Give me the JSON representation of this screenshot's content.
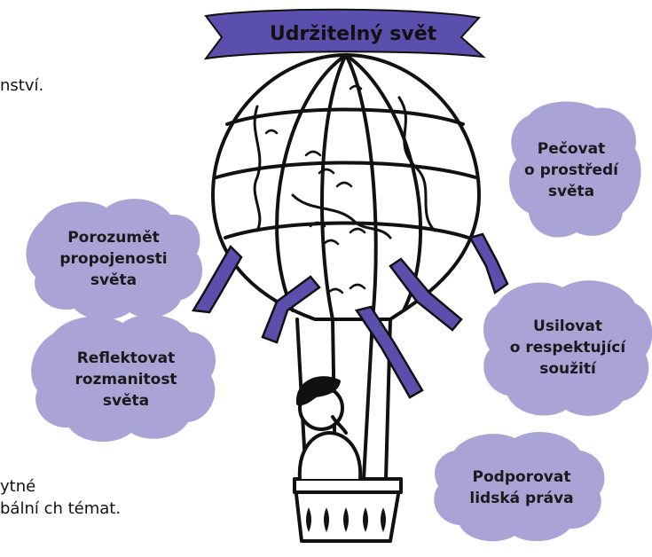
{
  "banner": {
    "title": "Udržitelný svět"
  },
  "fragments": {
    "top": "nství.",
    "bottom_line1": "ytné",
    "bottom_line2": "bální ch témat."
  },
  "clouds": [
    {
      "lines": [
        "Pečovat",
        "o prostředí",
        "světa"
      ]
    },
    {
      "lines": [
        "Porozumět",
        "propojenosti",
        "světa"
      ]
    },
    {
      "lines": [
        "Usilovat",
        "o respektující",
        "soužití"
      ]
    },
    {
      "lines": [
        "Reflektovat",
        "rozmanitost",
        "světa"
      ]
    },
    {
      "lines": [
        "Podporovat",
        "lidská práva"
      ]
    }
  ],
  "colors": {
    "cloud": "#aaa3d6",
    "banner": "#5b4fae",
    "ribbon": "#5b4fae",
    "ink": "#111111"
  }
}
